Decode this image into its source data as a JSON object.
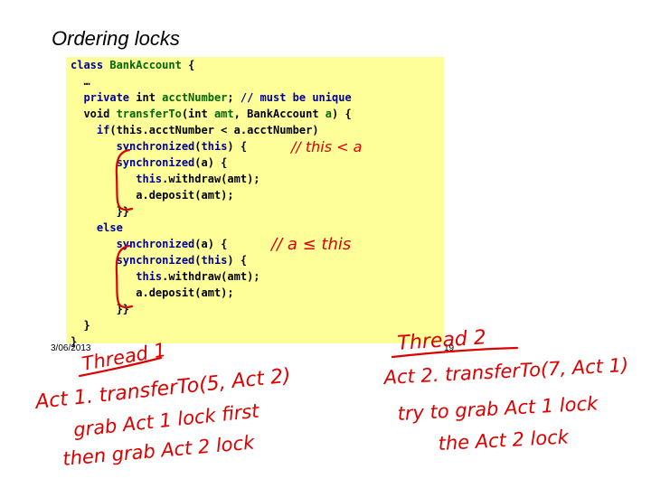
{
  "slide": {
    "title": "Ordering locks",
    "date": "3/06/2013",
    "page_number": "19"
  },
  "code_lines": [
    [
      {
        "t": "class ",
        "c": "kw"
      },
      {
        "t": "BankAccount",
        "c": "id"
      },
      {
        "t": " {",
        "c": ""
      }
    ],
    [
      {
        "t": "  …",
        "c": ""
      }
    ],
    [
      {
        "t": "  ",
        "c": ""
      },
      {
        "t": "private",
        "c": "kw"
      },
      {
        "t": " int ",
        "c": ""
      },
      {
        "t": "acctNumber",
        "c": "id"
      },
      {
        "t": "; ",
        "c": ""
      },
      {
        "t": "// must be unique",
        "c": "kw"
      }
    ],
    [
      {
        "t": "  void ",
        "c": ""
      },
      {
        "t": "transferTo",
        "c": "id"
      },
      {
        "t": "(int ",
        "c": ""
      },
      {
        "t": "amt",
        "c": "id"
      },
      {
        "t": ", BankAccount ",
        "c": ""
      },
      {
        "t": "a",
        "c": "id"
      },
      {
        "t": ") {",
        "c": ""
      }
    ],
    [
      {
        "t": "    ",
        "c": ""
      },
      {
        "t": "if",
        "c": "kw"
      },
      {
        "t": "(this.acctNumber < a.acctNumber)",
        "c": ""
      }
    ],
    [
      {
        "t": "       ",
        "c": ""
      },
      {
        "t": "synchronized",
        "c": "kw"
      },
      {
        "t": "(",
        "c": ""
      },
      {
        "t": "this",
        "c": "kw"
      },
      {
        "t": ") {",
        "c": ""
      }
    ],
    [
      {
        "t": "       ",
        "c": ""
      },
      {
        "t": "synchronized",
        "c": "kw"
      },
      {
        "t": "(a) {",
        "c": ""
      }
    ],
    [
      {
        "t": "          ",
        "c": ""
      },
      {
        "t": "this",
        "c": "kw"
      },
      {
        "t": ".withdraw(amt);",
        "c": ""
      }
    ],
    [
      {
        "t": "          a.deposit(amt);",
        "c": ""
      }
    ],
    [
      {
        "t": "       }}",
        "c": ""
      }
    ],
    [
      {
        "t": "    ",
        "c": ""
      },
      {
        "t": "else",
        "c": "kw"
      }
    ],
    [
      {
        "t": "       ",
        "c": ""
      },
      {
        "t": "synchronized",
        "c": "kw"
      },
      {
        "t": "(a) {",
        "c": ""
      }
    ],
    [
      {
        "t": "       ",
        "c": ""
      },
      {
        "t": "synchronized",
        "c": "kw"
      },
      {
        "t": "(",
        "c": ""
      },
      {
        "t": "this",
        "c": "kw"
      },
      {
        "t": ") {",
        "c": ""
      }
    ],
    [
      {
        "t": "          ",
        "c": ""
      },
      {
        "t": "this",
        "c": "kw"
      },
      {
        "t": ".withdraw(amt);",
        "c": ""
      }
    ],
    [
      {
        "t": "          a.deposit(amt);",
        "c": ""
      }
    ],
    [
      {
        "t": "       }}",
        "c": ""
      }
    ],
    [
      {
        "t": "  }",
        "c": ""
      }
    ],
    [
      {
        "t": "}",
        "c": ""
      }
    ]
  ],
  "annotations": {
    "comment_1": "// this < a",
    "comment_2": "// a ≤ this",
    "thread1_title": "Thread 1",
    "thread1_line1": "Act 1. transferTo(5, Act 2)",
    "thread1_line2": "grab Act 1 lock first",
    "thread1_line3": "then grab Act 2 lock",
    "thread2_title": "Thread 2",
    "thread2_line1": "Act 2. transferTo(7, Act 1)",
    "thread2_line2": "try to grab Act 1 lock",
    "thread2_line3": "the Act 2 lock"
  },
  "colors": {
    "code_background": "#ffff99",
    "keyword": "#000099",
    "identifier": "#006600",
    "ink": "#dd0000"
  }
}
